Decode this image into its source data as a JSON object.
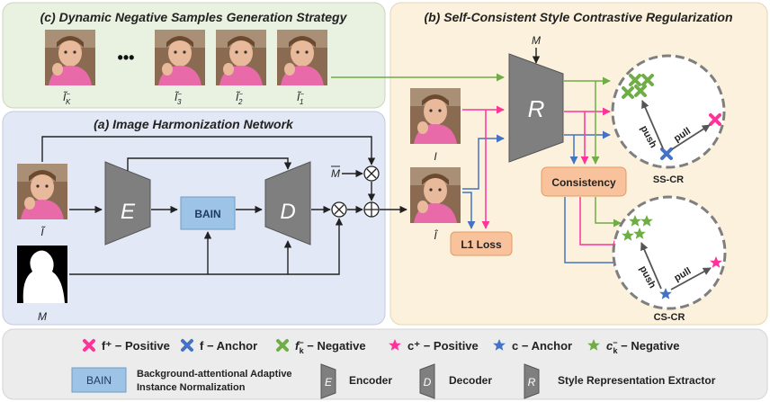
{
  "panels": {
    "c_title": "(c) Dynamic Negative Samples Generation Strategy",
    "a_title": "(a) Image Harmonization Network",
    "b_title": "(b) Self-Consistent Style Contrastive Regularization"
  },
  "samples": {
    "labels": [
      "Ĩ",
      "Ĩ",
      "Ĩ",
      "Ĩ"
    ],
    "subs": [
      "K",
      "3",
      "2",
      "1"
    ],
    "sup": "−",
    "ellipsis": "•••"
  },
  "network": {
    "input_label": "Ĩ",
    "mask_label": "M",
    "encoder": "E",
    "decoder": "D",
    "bain": "BAIN",
    "mbar": "M",
    "real_label": "I",
    "output_label": "Î",
    "l1_loss": "L1 Loss"
  },
  "regularization": {
    "extractor": "R",
    "m_label": "M",
    "consistency": "Consistency",
    "sscr_label": "SS-CR",
    "cscr_label": "CS-CR",
    "push": "push",
    "pull": "pull"
  },
  "legend": {
    "f_pos": "f⁺ − Positive",
    "f_anchor": "f − Anchor",
    "f_neg_main": "f",
    "f_neg_sub": "k",
    "f_neg_sup": "−",
    "f_neg_rest": " − Negative",
    "c_pos": "c⁺ − Positive",
    "c_anchor": "c − Anchor",
    "c_neg_main": "c",
    "c_neg_sub": "k",
    "c_neg_sup": "−",
    "c_neg_rest": " − Negative",
    "bain_box": "BAIN",
    "bain_desc1": "Background-attentional Adaptive",
    "bain_desc2": "Instance Normalization",
    "e_icon": "E",
    "encoder": "Encoder",
    "d_icon": "D",
    "decoder": "Decoder",
    "r_icon": "R",
    "extractor": "Style Representation Extractor"
  },
  "colors": {
    "green_arrow": "#70ad47",
    "pink_arrow": "#ff3399",
    "blue_arrow": "#4472c4",
    "panel_c_bg": "#e9f1e1",
    "panel_a_bg": "#e2e8f5",
    "panel_b_bg": "#fbf1dc",
    "legend_bg": "#ececec",
    "orange_box": "#f8c39c",
    "bain_box": "#9dc3e6"
  },
  "icons": [
    "cross-marker-icon",
    "star-marker-icon",
    "mask-silhouette-icon",
    "child-photo-icon"
  ]
}
